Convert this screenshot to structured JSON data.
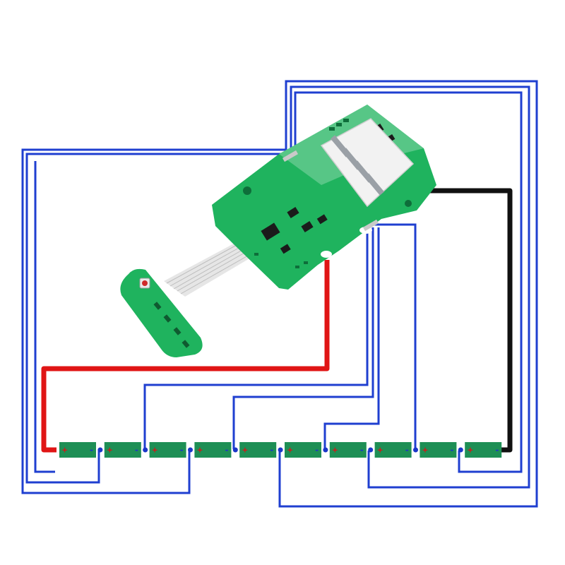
{
  "colors": {
    "wire_blue": "#1f3fd0",
    "wire_red": "#e01515",
    "wire_black": "#111111",
    "pcb_green": "#1fb35e",
    "pcb_dark": "#168a48",
    "cell_green": "#1e8f55",
    "terminal_red": "#d01818",
    "terminal_blue": "#1a36c8",
    "ribbon": "#e6e6e6",
    "connector_white": "#f2f2f2"
  },
  "cells": {
    "count": 10,
    "polarity_plus": "+",
    "polarity_minus": "-"
  },
  "board": {
    "main_pcb": "bms-board",
    "button_pcb": "led-indicator-board",
    "connector": "battery-terminal-block",
    "ribbon": "ribbon-cable"
  }
}
